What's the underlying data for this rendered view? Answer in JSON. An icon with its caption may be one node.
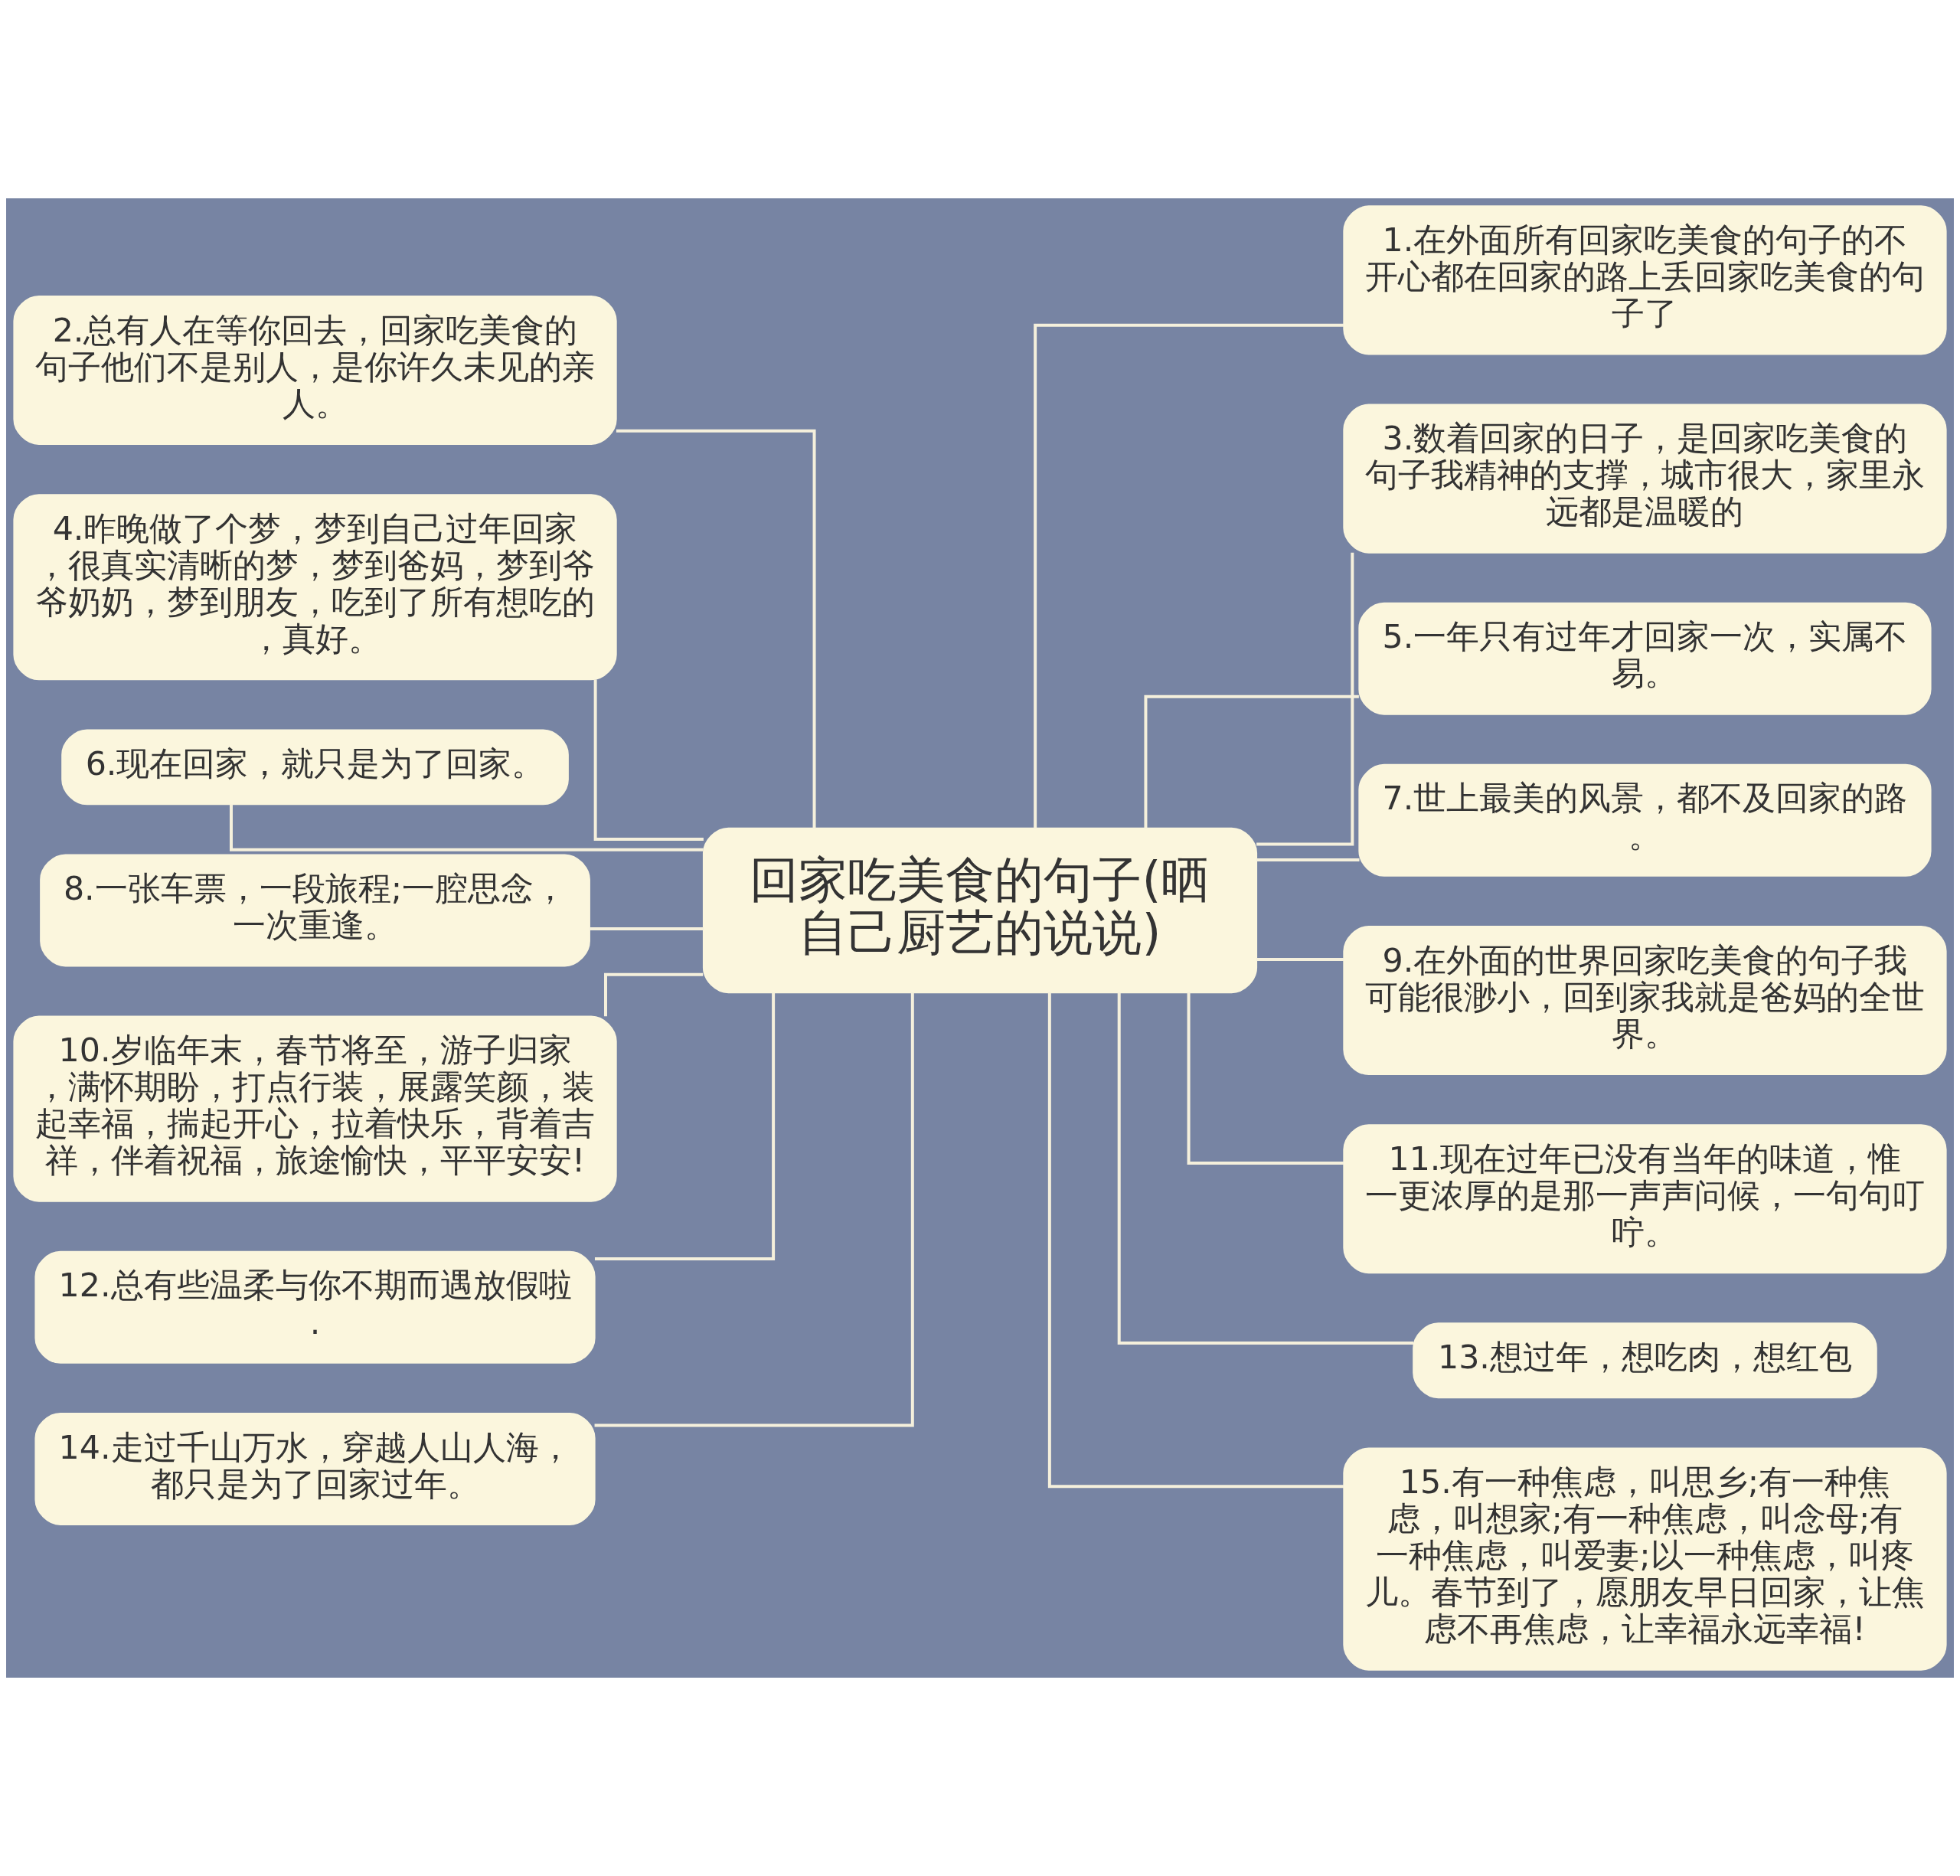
{
  "diagram": {
    "nodes": [
      {
        "text": [
          "回家吃美食的句子(晒自己厨艺的说说)"
        ]
      },
      {
        "text": [
          "1.在外面所有回家吃美食的句子的不开心都在回家的路上丢回家吃美食的句子了"
        ]
      },
      {
        "text": [
          "2.总有人在等你回去，回家吃美食的句子他们不是别人，是你许久未见的亲人。"
        ]
      },
      {
        "text": [
          "3.数着回家的日子，是回家吃美食的句子我精神的支撑，城市很大，家里永远都是温暖的"
        ]
      },
      {
        "text": [
          "4.昨晚做了个梦，梦到自己过年回家，很真实清晰的梦，梦到爸妈，梦到爷爷奶奶，梦到朋友，吃到了所有想吃的，真好。"
        ]
      },
      {
        "text": [
          "5.一年只有过年才回家一次，实属不易。"
        ]
      },
      {
        "text": [
          "6.现在回家，就只是为了回家。"
        ]
      },
      {
        "text": [
          "7.世上最美的风景，都不及回家的路。"
        ]
      },
      {
        "text": [
          "8.一张车票，一段旅程;一腔思念，一次重逢。"
        ]
      },
      {
        "text": [
          "9.在外面的世界回家吃美食的句子我可能很渺小，回到家我就是爸妈的全世界。"
        ]
      },
      {
        "text": [
          "10.岁临年末，春节将至，游子归家，满怀期盼，打点行装，展露笑颜，装起幸福，揣起开心，拉着快乐，背着吉祥，伴着祝福，旅途愉快，平平安安!"
        ]
      },
      {
        "text": [
          "11.现在过年已没有当年的味道，惟一更浓厚的是那一声声问候，一句句叮咛。"
        ]
      },
      {
        "text": [
          "12.总有些温柔与你不期而遇放假啦."
        ]
      },
      {
        "text": [
          "13.想过年，想吃肉，想红包"
        ]
      },
      {
        "text": [
          "14.走过千山万水，穿越人山人海，都只是为了回家过年。"
        ]
      },
      {
        "text": [
          "15.有一种焦虑，叫思乡;有一种焦虑，叫想家;有一种焦虑，叫念母;有一种焦虑，叫爱妻;以一种焦虑，叫疼儿。春节到了，愿朋友早日回家，让焦虑不再焦虑，让幸福永远幸福!"
        ]
      }
    ],
    "edges": [
      {
        "from": 0,
        "to": 1,
        "arrow": "none"
      },
      {
        "from": 0,
        "to": 2,
        "arrow": "none"
      },
      {
        "from": 0,
        "to": 3,
        "arrow": "none"
      },
      {
        "from": 0,
        "to": 4,
        "arrow": "none"
      },
      {
        "from": 0,
        "to": 5,
        "arrow": "none"
      },
      {
        "from": 0,
        "to": 6,
        "arrow": "none"
      },
      {
        "from": 0,
        "to": 7,
        "arrow": "none"
      },
      {
        "from": 0,
        "to": 8,
        "arrow": "none"
      },
      {
        "from": 0,
        "to": 9,
        "arrow": "none"
      },
      {
        "from": 0,
        "to": 10,
        "arrow": "none"
      },
      {
        "from": 0,
        "to": 11,
        "arrow": "none"
      },
      {
        "from": 0,
        "to": 12,
        "arrow": "none"
      },
      {
        "from": 0,
        "to": 13,
        "arrow": "none"
      },
      {
        "from": 0,
        "to": 14,
        "arrow": "none"
      },
      {
        "from": 0,
        "to": 15,
        "arrow": "none"
      }
    ]
  }
}
